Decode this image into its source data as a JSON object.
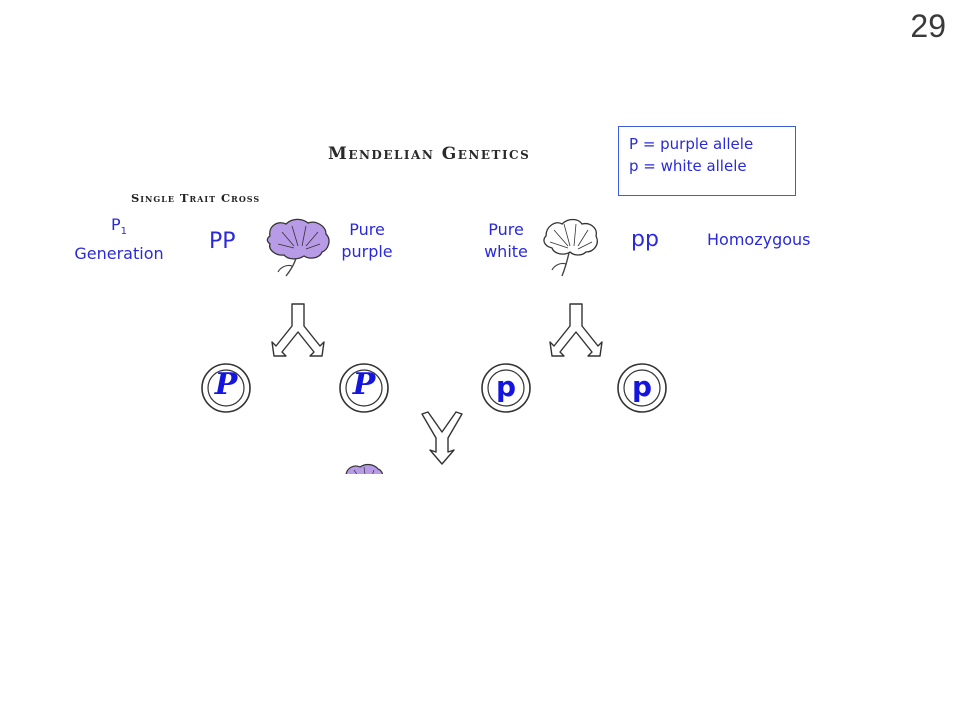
{
  "slide_number": "29",
  "title": "Mendelian Genetics",
  "subtitle": "Single Trait Cross",
  "legend": {
    "line1": "P = purple allele",
    "line2": "p = white allele"
  },
  "generation": {
    "symbol": "P",
    "subscript": "1",
    "label": "Generation"
  },
  "parents": [
    {
      "genotype": "PP",
      "label_line1": "Pure",
      "label_line2": "purple",
      "flower_color": "#b89be6"
    },
    {
      "genotype": "pp",
      "label_line1": "Pure",
      "label_line2": "white",
      "flower_color": "#ffffff"
    }
  ],
  "zygosity_label": "Homozygous",
  "gametes": [
    "P",
    "P",
    "p",
    "p"
  ],
  "colors": {
    "text_blue": "#2a2ad8",
    "legend_border": "#3d5de0",
    "purple_flower": "#b89be6"
  }
}
